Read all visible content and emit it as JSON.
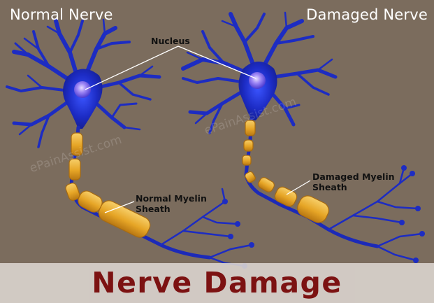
{
  "headings": {
    "normal": "Normal Nerve",
    "damaged": "Damaged Nerve"
  },
  "labels": {
    "nucleus": "Nucleus",
    "normal_myelin_line1": "Normal Myelin",
    "normal_myelin_line2": "Sheath",
    "damaged_myelin_line1": "Damaged Myelin",
    "damaged_myelin_line2": "Sheath"
  },
  "watermark": "ePainAssist.com",
  "banner": {
    "title": "Nerve Damage"
  },
  "colors": {
    "background": "#7b6c5d",
    "neuron": "#1e2fc0",
    "nucleus": "#8a7cf0",
    "myelin": "#e8a92a",
    "title": "#7c1212"
  }
}
